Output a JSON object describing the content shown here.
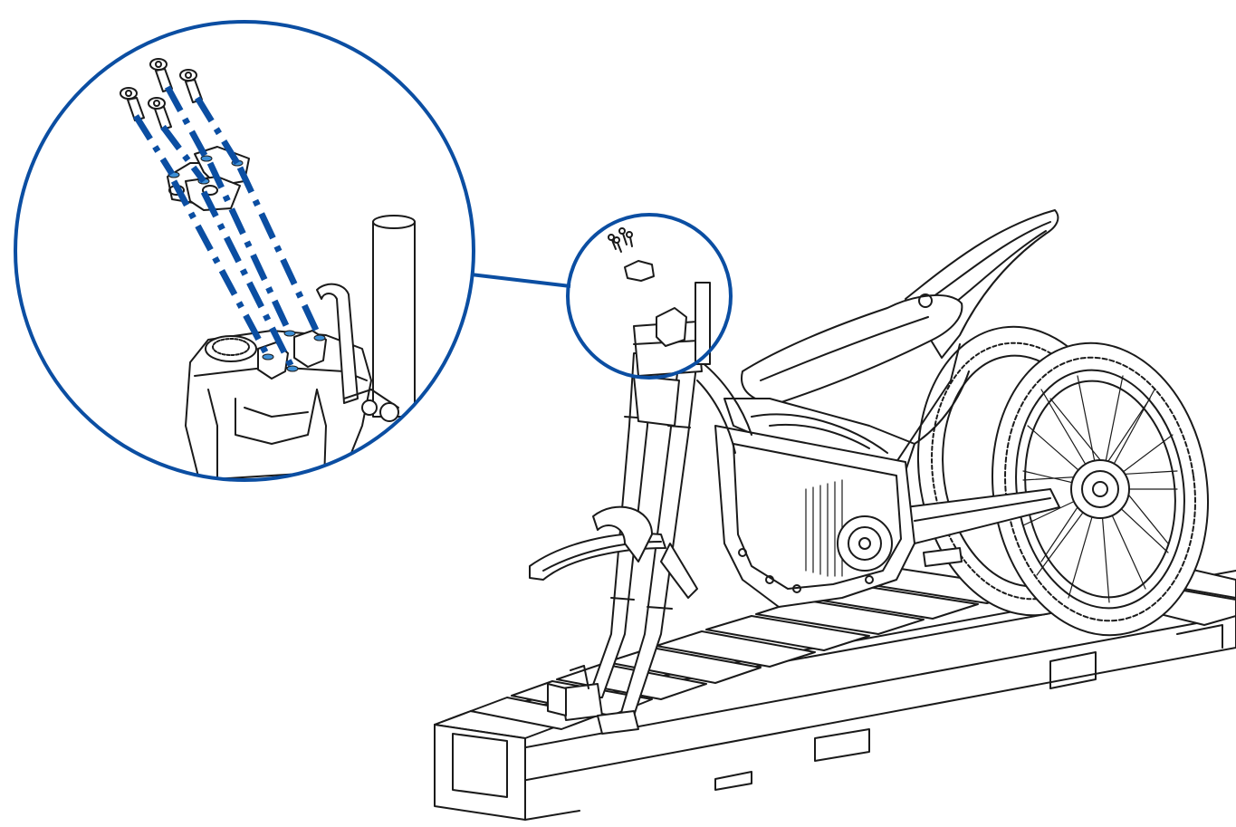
{
  "diagram": {
    "kind": "assembly-illustration",
    "accent_color": "#0b4ea2",
    "line_color": "#1a1a1a",
    "background_color": "#ffffff",
    "callout": {
      "fasteners": 4,
      "component": "handlebar-clamp"
    }
  }
}
